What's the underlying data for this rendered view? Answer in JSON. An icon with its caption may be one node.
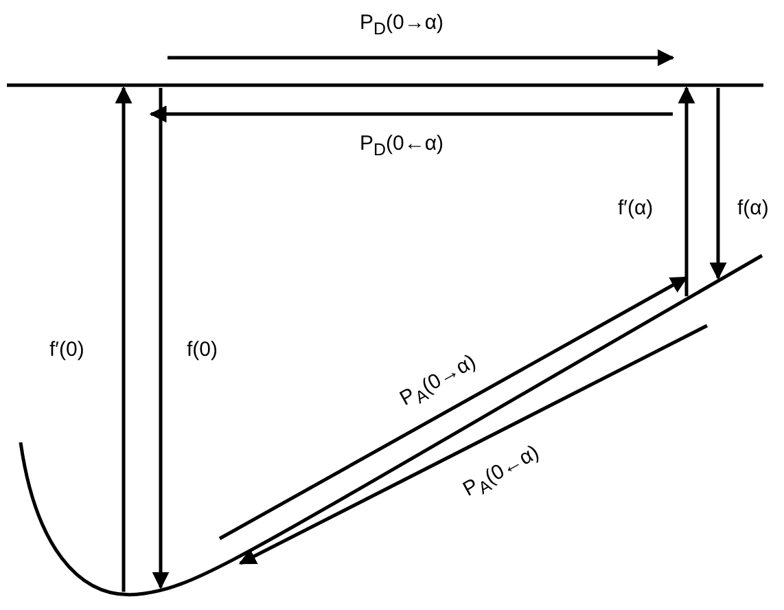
{
  "diagram": {
    "nodes": [
      {
        "text": [],
        "shape": "bar"
      },
      {
        "text": [],
        "shape": "curve"
      }
    ],
    "edges": [
      {
        "from": 1,
        "to": 0,
        "arrow": "to",
        "label": "f′(0)"
      },
      {
        "from": 0,
        "to": 1,
        "arrow": "to",
        "label": "f(0)"
      },
      {
        "from": 1,
        "to": 0,
        "arrow": "to",
        "label": "f′(α)"
      },
      {
        "from": 0,
        "to": 1,
        "arrow": "to",
        "label": "f(α)"
      }
    ],
    "labels": [
      "P$_{D}$(0→α)",
      "P$_{D}$(0←α)",
      "P$_{A}$(0→α)",
      "P$_{A}$(0←α)"
    ]
  }
}
